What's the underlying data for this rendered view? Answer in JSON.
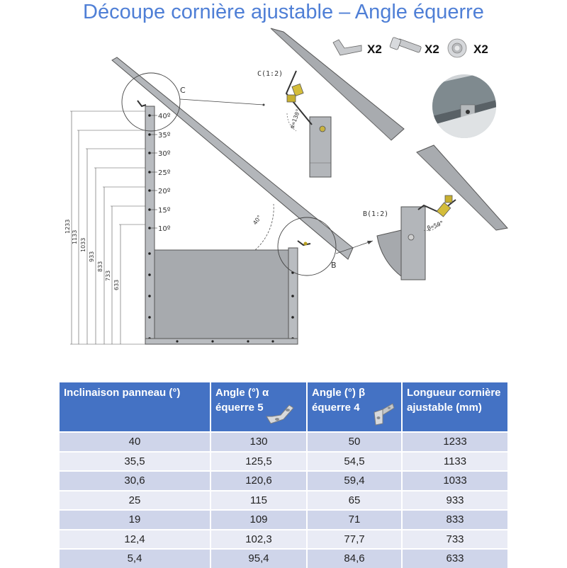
{
  "title": "Découpe cornière ajustable – Angle équerre",
  "kit": [
    {
      "icon": "angle-bracket-icon",
      "qty": "X2"
    },
    {
      "icon": "bolt-icon",
      "qty": "X2"
    },
    {
      "icon": "nut-icon",
      "qty": "X2"
    }
  ],
  "drawing": {
    "angle_ticks": [
      "40º",
      "35º",
      "30º",
      "25º",
      "20º",
      "15º",
      "10º"
    ],
    "dimensions": [
      "1233",
      "1133",
      "1033",
      "933",
      "833",
      "733",
      "633"
    ],
    "panel_angle_label": "40°",
    "detail_c_marker": "C",
    "detail_b_marker": "B",
    "detail_c_title": "C(1:2)",
    "detail_b_title": "B(1:2)",
    "alpha_label": "α=130°",
    "beta_label": "β=50°"
  },
  "table": {
    "headers": [
      [
        "Inclinaison panneau (°)"
      ],
      [
        "Angle (°) α",
        "équerre 5"
      ],
      [
        "Angle (°) β",
        "équerre 4"
      ],
      [
        "Longueur cornière",
        "ajustable (mm)"
      ]
    ],
    "rows": [
      [
        "40",
        "130",
        "50",
        "1233"
      ],
      [
        "35,5",
        "125,5",
        "54,5",
        "1133"
      ],
      [
        "30,6",
        "120,6",
        "59,4",
        "1033"
      ],
      [
        "25",
        "115",
        "65",
        "933"
      ],
      [
        "19",
        "109",
        "71",
        "833"
      ],
      [
        "12,4",
        "102,3",
        "77,7",
        "733"
      ],
      [
        "5,4",
        "95,4",
        "84,6",
        "633"
      ]
    ]
  }
}
